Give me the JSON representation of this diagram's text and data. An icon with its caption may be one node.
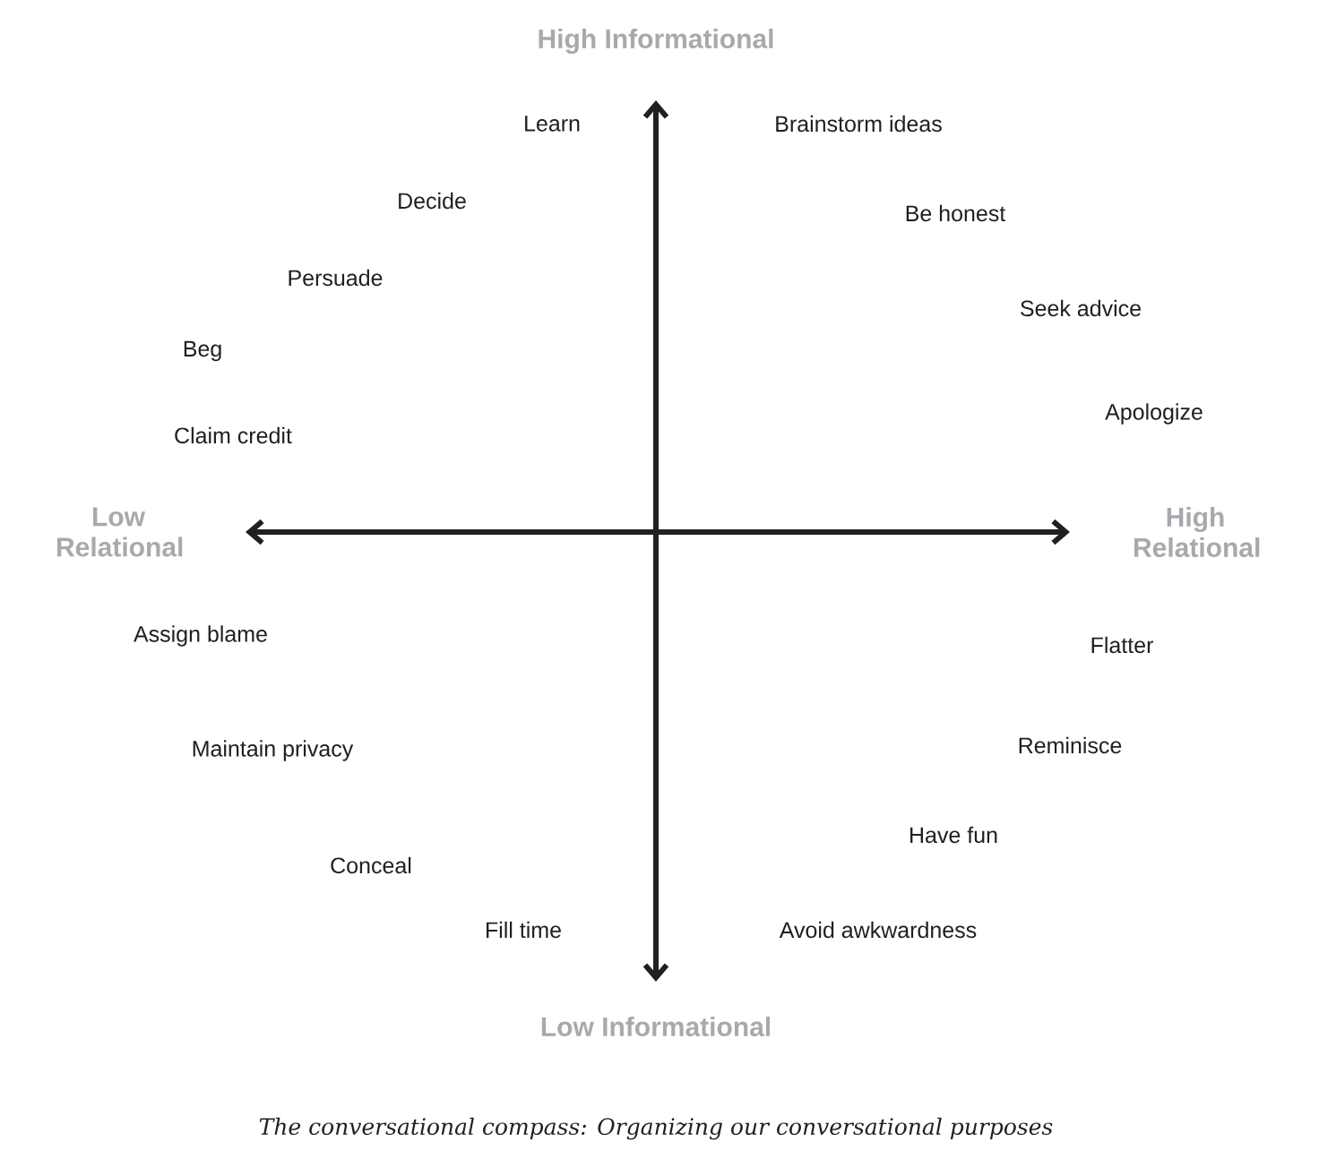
{
  "diagram": {
    "caption": "The conversational compass: Organizing our conversational purposes",
    "labels": [
      "High Informational",
      "Learn",
      "Brainstorm ideas",
      "Decide",
      "Be honest",
      "Persuade",
      "Seek advice",
      "Beg",
      "Apologize",
      "Claim credit",
      "Low Relational",
      "High Relational",
      "Assign blame",
      "Flatter",
      "Maintain privacy",
      "Reminisce",
      "Have fun",
      "Conceal",
      "Fill time",
      "Avoid awkwardness",
      "Low Informational"
    ]
  }
}
